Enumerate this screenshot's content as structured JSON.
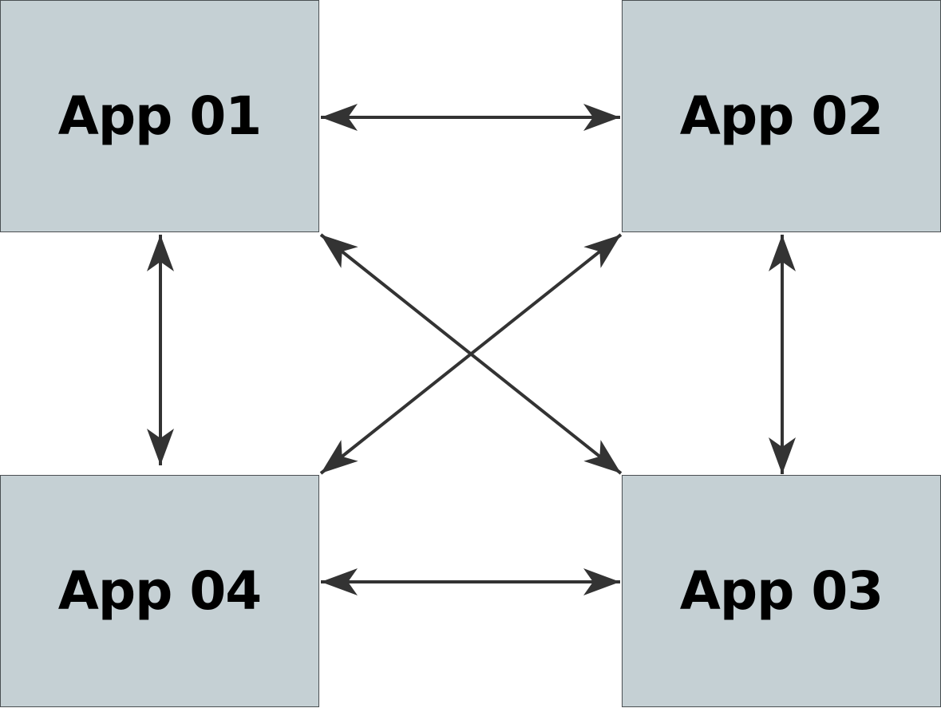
{
  "colors": {
    "node_fill": "#c5d0d4",
    "node_border": "#4a4f52",
    "arrow": "#333333",
    "text": "#000000"
  },
  "nodes": [
    {
      "id": "app01",
      "label": "App 01"
    },
    {
      "id": "app02",
      "label": "App 02"
    },
    {
      "id": "app03",
      "label": "App 03"
    },
    {
      "id": "app04",
      "label": "App 04"
    }
  ],
  "edges": [
    {
      "from": "app01",
      "to": "app02",
      "bidirectional": true
    },
    {
      "from": "app01",
      "to": "app04",
      "bidirectional": true
    },
    {
      "from": "app02",
      "to": "app03",
      "bidirectional": true
    },
    {
      "from": "app04",
      "to": "app03",
      "bidirectional": true
    },
    {
      "from": "app01",
      "to": "app03",
      "bidirectional": true
    },
    {
      "from": "app02",
      "to": "app04",
      "bidirectional": true
    }
  ]
}
